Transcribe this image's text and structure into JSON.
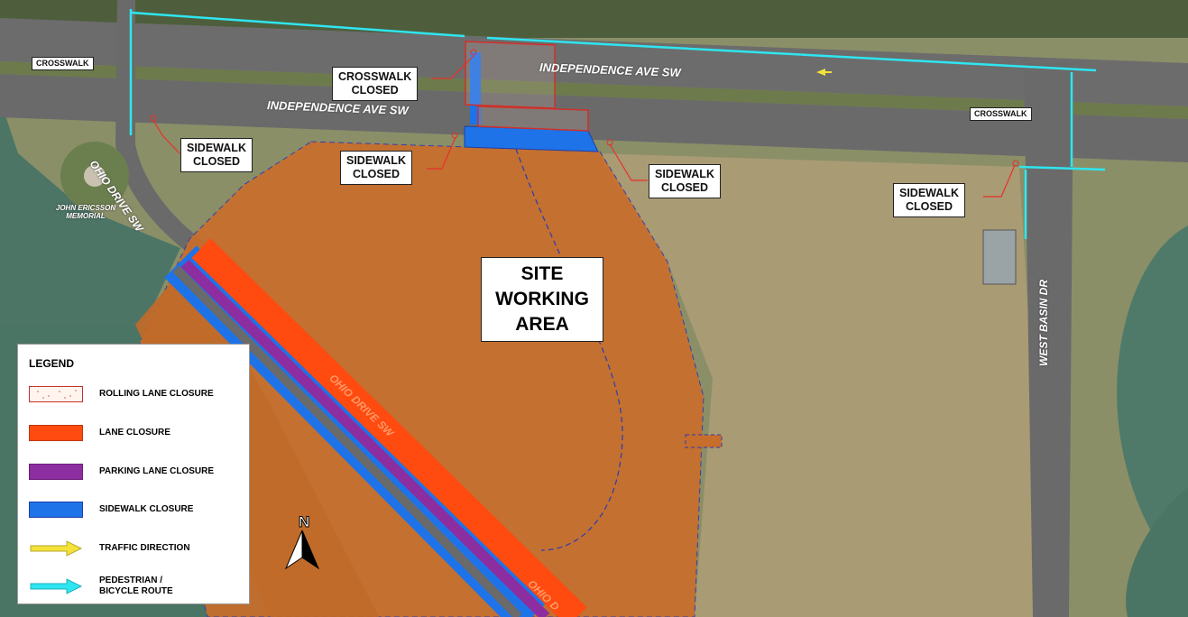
{
  "roads": {
    "independence_upper": "INDEPENDENCE AVE SW",
    "independence_lower": "INDEPENDENCE AVE SW",
    "ohio_drive": "OHIO DRIVE SW",
    "ohio_drive_lower": "OHIO DRIVE SW",
    "ohio_drive_bottom": "OHIO D",
    "west_basin": "WEST BASIN DR"
  },
  "memorial": {
    "line1": "JOHN ERICSSON",
    "line2": "MEMORIAL"
  },
  "crosswalk_labels": {
    "west": "CROSSWALK",
    "east": "CROSSWALK"
  },
  "callouts": {
    "crosswalk_closed": {
      "line1": "CROSSWALK",
      "line2": "CLOSED"
    },
    "sidewalk_closed_1": {
      "line1": "SIDEWALK",
      "line2": "CLOSED"
    },
    "sidewalk_closed_2": {
      "line1": "SIDEWALK",
      "line2": "CLOSED"
    },
    "sidewalk_closed_3": {
      "line1": "SIDEWALK",
      "line2": "CLOSED"
    },
    "sidewalk_closed_4": {
      "line1": "SIDEWALK",
      "line2": "CLOSED"
    }
  },
  "site": {
    "line1": "SITE",
    "line2": "WORKING",
    "line3": "AREA"
  },
  "north": "N",
  "legend": {
    "title": "LEGEND",
    "items": [
      {
        "label": "ROLLING LANE CLOSURE",
        "color": "#f6d7c8"
      },
      {
        "label": "LANE CLOSURE",
        "color": "#ff4a10"
      },
      {
        "label": "PARKING LANE CLOSURE",
        "color": "#8c2ea0"
      },
      {
        "label": "SIDEWALK CLOSURE",
        "color": "#1e73e8"
      },
      {
        "label": "TRAFFIC DIRECTION",
        "color": "#f4e23a"
      },
      {
        "label_line1": "PEDESTRIAN /",
        "label_line2": "BICYCLE ROUTE",
        "color": "#2ee6f0"
      }
    ]
  },
  "colors": {
    "site_area": "#c86e2c",
    "grass": "#a79a72",
    "water": "#4c7566",
    "road": "#6e6e6e",
    "callout_leader": "#e8312a"
  }
}
